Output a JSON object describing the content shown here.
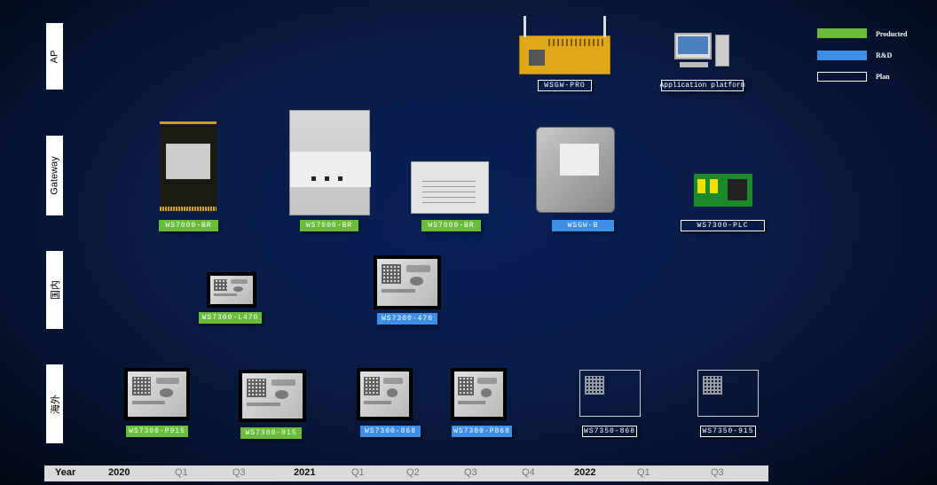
{
  "rows": [
    "AP",
    "Gateway",
    "国内",
    "海外"
  ],
  "legend": [
    {
      "label": "Producted",
      "color": "#6abd38"
    },
    {
      "label": "R&D",
      "color": "#3d8fe6"
    },
    {
      "label": "Plan",
      "color": "outline"
    }
  ],
  "ap": {
    "gateway_label": "WSGW-PRO",
    "platform_label": "Application platform"
  },
  "gateway": [
    "WS7000-BR",
    "WS7000-BR",
    "WS7000-BR",
    "WSGW-B",
    "WS7300-PLC"
  ],
  "domestic": [
    "WS7300-L470",
    "WS7300-470"
  ],
  "overseas": [
    "WS7300-P915",
    "WS7300-915",
    "WS7300-868",
    "WS7300-P868",
    "WS7350-868",
    "WS7350-915"
  ],
  "timeline": [
    "Year",
    "2020",
    "Q1",
    "Q3",
    "2021",
    "Q1",
    "Q2",
    "Q3",
    "Q4",
    "2022",
    "Q1",
    "Q3"
  ],
  "colors": {
    "producted": "#6abd38",
    "rnd": "#3d8fe6"
  }
}
